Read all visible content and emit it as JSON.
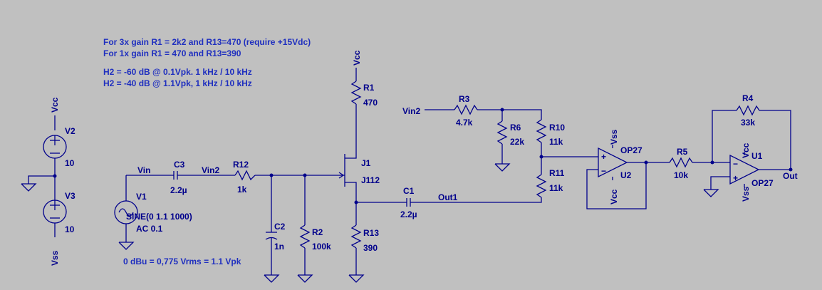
{
  "notes": {
    "line1": "For 3x gain R1 = 2k2 and R13=470 (require +15Vdc)",
    "line2": "For 1x gain R1 = 470 and R13=390",
    "line3": "H2 = -60 dB @ 0.1Vpk. 1 kHz / 10 kHz",
    "line4": "H2 = -40 dB @ 1.1Vpk, 1 kHz / 10 kHz",
    "dbu": "0 dBu = 0,775 Vrms = 1.1 Vpk"
  },
  "supplies": {
    "vcc": "Vcc",
    "vss": "Vss",
    "v2": {
      "name": "V2",
      "value": "10"
    },
    "v3": {
      "name": "V3",
      "value": "10"
    }
  },
  "source": {
    "name": "V1",
    "value": "SINE(0 1.1 1000)",
    "ac": "AC 0.1"
  },
  "nets": {
    "vin": "Vin",
    "vin2": "Vin2",
    "vin2_right": "Vin2",
    "out1": "Out1",
    "out": "Out"
  },
  "components": {
    "c3": {
      "name": "C3",
      "value": "2.2µ"
    },
    "r12": {
      "name": "R12",
      "value": "1k"
    },
    "c2": {
      "name": "C2",
      "value": "1n"
    },
    "r2": {
      "name": "R2",
      "value": "100k"
    },
    "r1": {
      "name": "R1",
      "value": "470"
    },
    "j1": {
      "name": "J1",
      "value": "J112"
    },
    "r13": {
      "name": "R13",
      "value": "390"
    },
    "c1": {
      "name": "C1",
      "value": "2.2µ"
    },
    "r3": {
      "name": "R3",
      "value": "4.7k"
    },
    "r6": {
      "name": "R6",
      "value": "22k"
    },
    "r10": {
      "name": "R10",
      "value": "11k"
    },
    "r11": {
      "name": "R11",
      "value": "11k"
    },
    "u2": {
      "name": "U2",
      "value": "OP27",
      "vss": "Vss",
      "vcc": "Vcc"
    },
    "r5": {
      "name": "R5",
      "value": "10k"
    },
    "r4": {
      "name": "R4",
      "value": "33k"
    },
    "u1": {
      "name": "U1",
      "value": "OP27",
      "vcc": "Vcc",
      "vss": "Vss"
    }
  },
  "colors": {
    "background": "#c0c0c0",
    "wire": "#00008b",
    "note": "#1f2fbf"
  }
}
